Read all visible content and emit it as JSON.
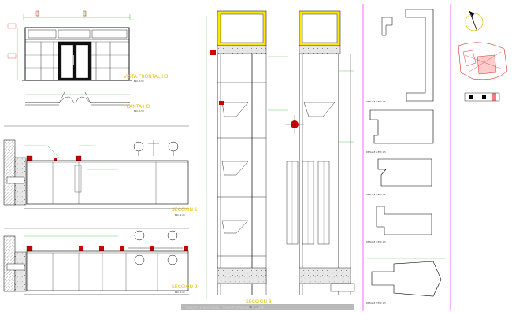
{
  "sheet": {
    "views": {
      "front_view": {
        "title": "VISTA FRONTAL H3",
        "scale": "ESC. 1:50"
      },
      "plan_view": {
        "title": "PLANTA H3",
        "scale": "ESC. 1:50"
      },
      "section_1": {
        "title": "SECCION 1",
        "scale": "ESC. 1:20"
      },
      "section_2": {
        "title": "SECCION 2",
        "scale": "ESC. 1:20"
      },
      "section_3": {
        "title": "SECCION 3",
        "scale": "ESC. 1:20"
      }
    },
    "detail_labels": [
      "DETALLE 1 ESC 1:5",
      "DETALLE 2 ESC 1:5",
      "DETALLE 3 ESC 1:5",
      "DETALLE 4 ESC 1:5",
      "DETALLE 5 ESC 1:5"
    ],
    "footer_text": "Specify File Access · Specify Website Access",
    "colors": {
      "lines": "#000000",
      "dimension": "#00a800",
      "title_yellow": "#e0c000",
      "title_magenta": "#c800c8",
      "accent_red": "#d00000",
      "panel_yellow": "#ffe800",
      "sheet_border": "#ff00ff"
    }
  }
}
